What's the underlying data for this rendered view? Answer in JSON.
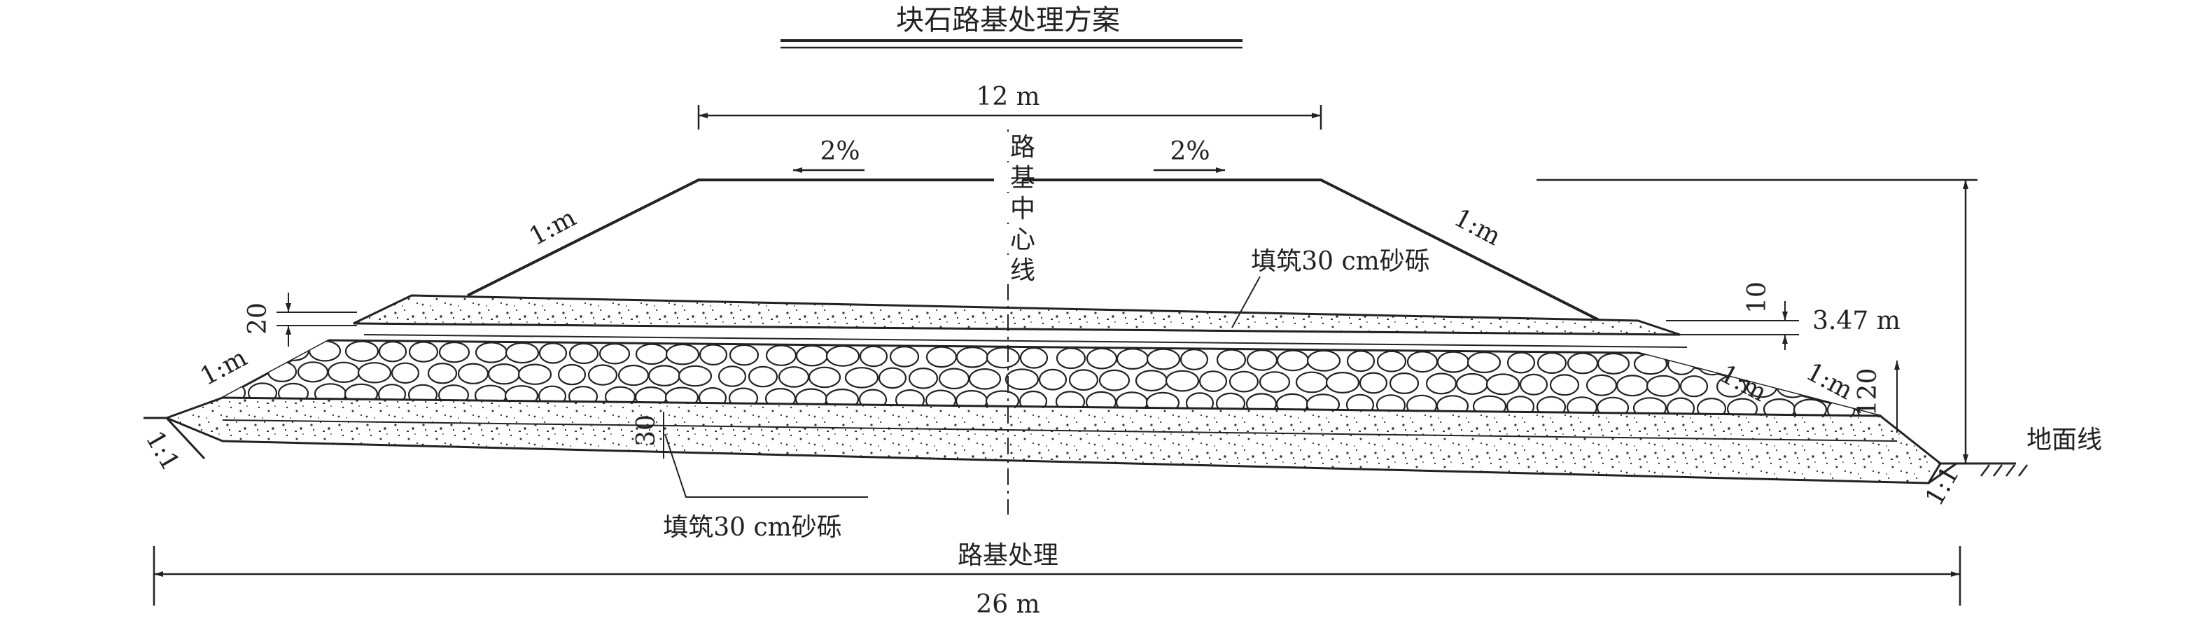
{
  "title": "块石路基处理方案",
  "labels": {
    "top_width": "12 m",
    "grade_left": "2%",
    "grade_right": "2%",
    "centerline": [
      "路",
      "基",
      "中",
      "心",
      "线"
    ],
    "slope_top_left": "1:m",
    "slope_top_right": "1:m",
    "slope_mid_left": "1:m",
    "slope_mid_right": "1:m",
    "slope_mid_right_inner": "1:m",
    "slope_bottom_left": "1:1",
    "slope_bottom_right": "1:1",
    "fill_top": "填筑30 cm砂砾",
    "fill_bottom": "填筑30 cm砂砾",
    "dim_left_20": "20",
    "dim_right_10": "10",
    "dim_right_120": "120",
    "dim_30": "30",
    "height": "3.47 m",
    "ground_line": "地面线",
    "treatment": "路基处理",
    "bottom_width": "26 m"
  }
}
